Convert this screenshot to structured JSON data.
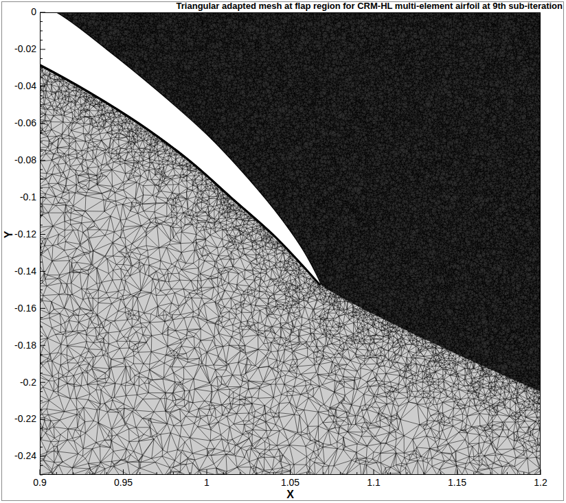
{
  "diagram": {
    "title": "Triangular adapted mesh at flap region for CRM-HL multi-element airfoil at 9th sub-iteration",
    "labels": [
      "0",
      "-0.02",
      "-0.04",
      "-0.06",
      "-0.08",
      "-0.1",
      "-0.12",
      "-0.14",
      "-0.16",
      "-0.18",
      "-0.2",
      "-0.22",
      "-0.24",
      "0.9",
      "0.95",
      "1",
      "1.05",
      "1.1",
      "1.15",
      "1.2",
      "X",
      "Y"
    ]
  }
}
